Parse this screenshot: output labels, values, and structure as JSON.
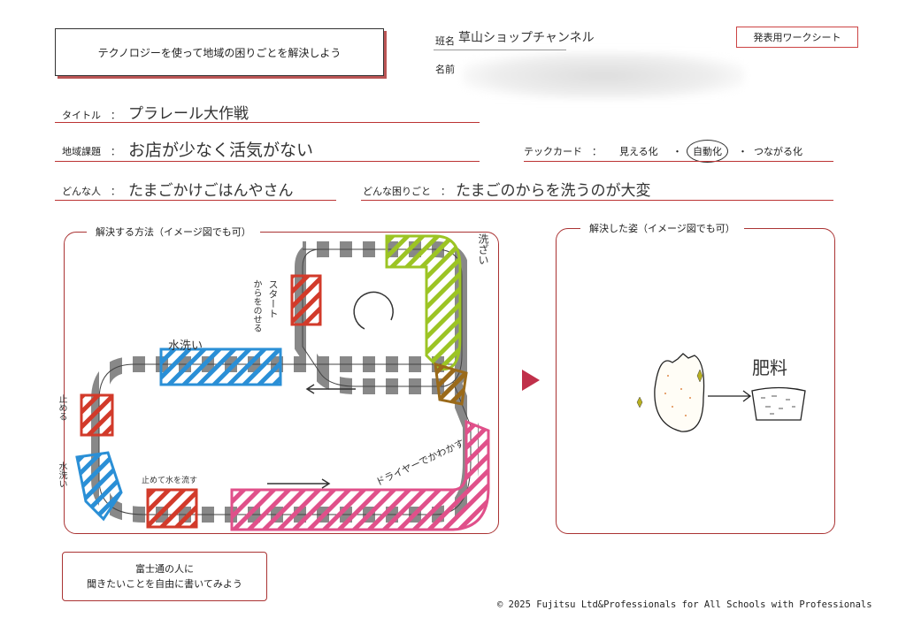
{
  "header": {
    "theme": "テクノロジーを使って地域の困りごとを解決しよう",
    "worksheet_badge": "発表用ワークシート",
    "team_label": "班名",
    "team_value": "草山ショップチャンネル",
    "name_label": "名前"
  },
  "fields": {
    "title_label": "タイトル　：",
    "title_value": "プラレール大作戦",
    "issue_label": "地域課題　：",
    "issue_value": "お店が少なく活気がない",
    "techcard_label": "テックカード　：",
    "techcards": [
      "見える化",
      "自動化",
      "つながる化"
    ],
    "techcard_selected": "自動化",
    "who_label": "どんな人　：",
    "who_value": "たまごかけごはんやさん",
    "problem_label": "どんな困りごと　：",
    "problem_value": "たまごのからを洗うのが大変"
  },
  "method_panel": {
    "title": "解決する方法（イメージ図でも可）",
    "labels": {
      "start": "スタート",
      "load": "からをのせる",
      "detergent": "洗ざい",
      "rinse1": "水洗い",
      "stop1": "止める",
      "rinse2": "水洗い",
      "stop2": "止めて水を流す",
      "dryer": "ドライヤーでかわかす"
    },
    "colors": {
      "red": "#d23a2a",
      "green": "#9cc424",
      "blue": "#2a8fd6",
      "pink": "#e0508a",
      "brown": "#9a6a1a",
      "track": "#777777"
    }
  },
  "result_panel": {
    "title": "解決した姿（イメージ図でも可）",
    "fertilizer_label": "肥料"
  },
  "question_bubble": {
    "line1": "富士通の人に",
    "line2": "聞きたいことを自由に書いてみよう"
  },
  "footer": {
    "copyright": "© 2025 Fujitsu Ltd&Professionals for All Schools with Professionals"
  }
}
